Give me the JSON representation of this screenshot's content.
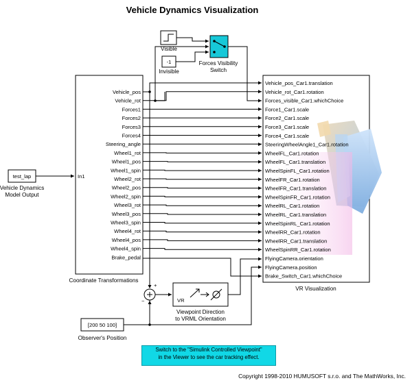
{
  "title": "Vehicle Dynamics Visualization",
  "copyright": "Copyright 1998-2010 HUMUSOFT s.r.o. and The MathWorks, Inc.",
  "note": {
    "line1": "Switch to the \"Simulink Controlled Viewpoint\"",
    "line2": "in the Viewer to see the car tracking effect."
  },
  "visible_block": {
    "label": "Visible"
  },
  "invisible_block": {
    "value": "-1",
    "label": "Invisible"
  },
  "forces_switch": {
    "label1": "Forces Visibility",
    "label2": "Switch"
  },
  "source_block": {
    "value": "test_lap",
    "label1": "Vehicle Dynamics",
    "label2": "Model Output"
  },
  "coord_block": {
    "label": "Coordinate Transformations",
    "input": "In1",
    "outputs": [
      "Vehicle_pos",
      "Vehicle_rot",
      "Forces1",
      "Forces2",
      "Forces3",
      "Forces4",
      "Steering_angle",
      "Wheel1_rot",
      "Wheel1_pos",
      "Wheel1_spin",
      "Wheel2_rot",
      "Wheel2_pos",
      "Wheel2_spin",
      "Wheel3_rot",
      "Wheel3_pos",
      "Wheel3_spin",
      "Wheel4_rot",
      "Wheel4_pos",
      "Wheel4_spin",
      "Brake_pedal"
    ]
  },
  "vr_block": {
    "label": "VR Visualization",
    "inputs": [
      "Vehicle_pos_Car1.translation",
      "Vehicle_rot_Car1.rotation",
      "Forces_visible_Car1.whichChoice",
      "Force1_Car1.scale",
      "Force2_Car1.scale",
      "Force3_Car1.scale",
      "Force4_Car1.scale",
      "SteeringWheelAngle1_Car1.rotation",
      "WheelFL_Car1.rotation",
      "WheelFL_Car1.translation",
      "WheelSpinFL_Car1.rotation",
      "WheelFR_Car1.rotation",
      "WheelFR_Car1.translation",
      "WheelSpinFR_Car1.rotation",
      "WheelRL_Car1.rotation",
      "WheelRL_Car1.translation",
      "WheelSpinRL_Car1.rotation",
      "WheelRR_Car1.rotation",
      "WheelRR_Car1.translation",
      "WheelSpinRR_Car1.rotation",
      "FlyingCamera.orientation",
      "FlyingCamera.position",
      "Brake_Switch_Car1.whichChoice"
    ]
  },
  "sum_block": {
    "sign_top": "+",
    "sign_left": "−",
    "icon": "sum-icon"
  },
  "viewpoint_block": {
    "text": "VR",
    "label1": "Viewpoint Direction",
    "label2": "to VRML Orientation"
  },
  "observer_block": {
    "value": "[200 50 100]",
    "label": "Observer's Position"
  }
}
